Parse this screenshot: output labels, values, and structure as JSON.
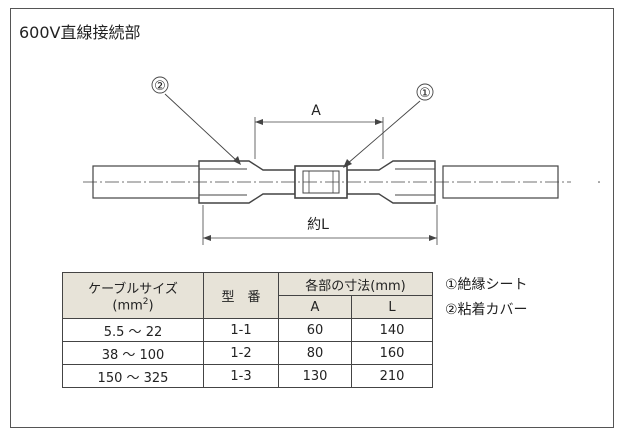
{
  "title": "600V直線接続部",
  "diagram": {
    "callout_1": "①",
    "callout_2": "②",
    "dim_a": "A",
    "dim_l": "約L"
  },
  "table": {
    "header_cable_line1": "ケーブルサイズ",
    "header_cable_line2_pre": "(mm",
    "header_cable_sup": "2",
    "header_cable_line2_post": ")",
    "header_model": "型　番",
    "header_dims": "各部の寸法(mm)",
    "header_a": "A",
    "header_l": "L",
    "rows": [
      {
        "size": "5.5 ～ 22",
        "model": "1-1",
        "a": "60",
        "l": "140"
      },
      {
        "size": "38 ～ 100",
        "model": "1-2",
        "a": "80",
        "l": "160"
      },
      {
        "size": "150 ～ 325",
        "model": "1-3",
        "a": "130",
        "l": "210"
      }
    ]
  },
  "legend": {
    "item_1": "①絶縁シート",
    "item_2": "②粘着カバー"
  }
}
